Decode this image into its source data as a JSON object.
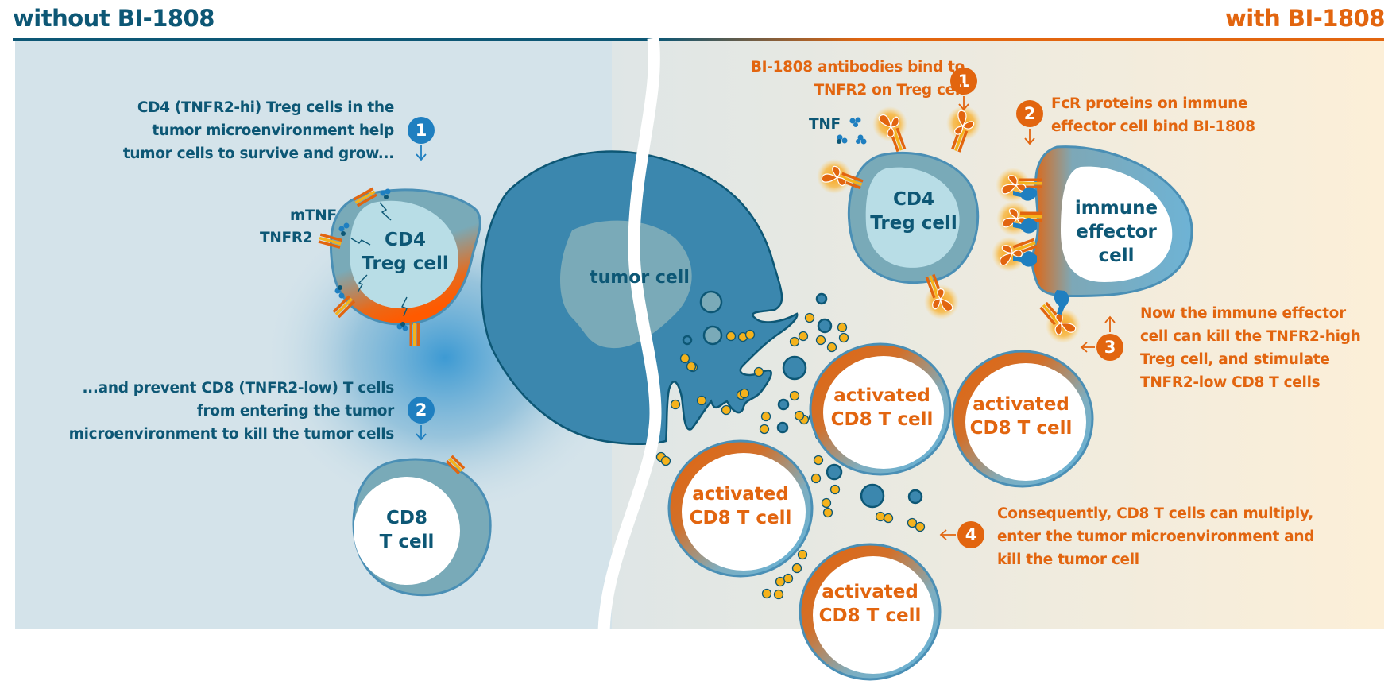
{
  "headers": {
    "left": "without BI-1808",
    "right": "with BI-1808"
  },
  "colors": {
    "navy": "#0d5775",
    "orange": "#e2650f",
    "left_bg": "#d4e3ea",
    "right_bg": "#f6ecd6",
    "tumor": "#3b87ae",
    "nucleus": "#7aaab8",
    "cell_membrane": "#4a8fb5",
    "cytokine": "#f5b21b"
  },
  "left_panel": {
    "step1": {
      "number": "1",
      "lines": [
        "CD4 (TNFR2-hi) Treg cells in the",
        "tumor microenvironment help",
        "tumor cells to survive and grow..."
      ]
    },
    "step2": {
      "number": "2",
      "lines": [
        "...and prevent CD8 (TNFR2-low) T cells",
        "from entering the tumor",
        "microenvironment to kill the tumor cells"
      ]
    },
    "labels": {
      "mtnf": "mTNF",
      "tnfr2": "TNFR2"
    },
    "treg_cell": {
      "line1": "CD4",
      "line2": "Treg cell"
    },
    "cd8_cell": {
      "line1": "CD8",
      "line2": "T cell"
    }
  },
  "tumor_cell": {
    "label": "tumor cell"
  },
  "right_panel": {
    "step1": {
      "number": "1",
      "lines": [
        "BI-1808 antibodies bind to",
        "TNFR2 on Treg cell"
      ]
    },
    "step2": {
      "number": "2",
      "lines": [
        "FcR proteins on immune",
        "effector cell bind BI-1808"
      ]
    },
    "step3": {
      "number": "3",
      "lines": [
        "Now the immune effector",
        "cell can kill the TNFR2-high",
        "Treg cell, and stimulate",
        "TNFR2-low CD8 T cells"
      ]
    },
    "step4": {
      "number": "4",
      "lines": [
        "Consequently, CD8 T cells can multiply,",
        "enter the tumor microenvironment and",
        "kill the tumor cell"
      ]
    },
    "tnf_label": "TNF",
    "treg_cell": {
      "line1": "CD4",
      "line2": "Treg cell"
    },
    "effector_cell": {
      "line1": "immune",
      "line2": "effector",
      "line3": "cell"
    },
    "activated_cells": [
      {
        "line1": "activated",
        "line2": "CD8 T cell"
      },
      {
        "line1": "activated",
        "line2": "CD8 T cell"
      },
      {
        "line1": "activated",
        "line2": "CD8 T cell"
      },
      {
        "line1": "activated",
        "line2": "CD8 T cell"
      }
    ]
  }
}
